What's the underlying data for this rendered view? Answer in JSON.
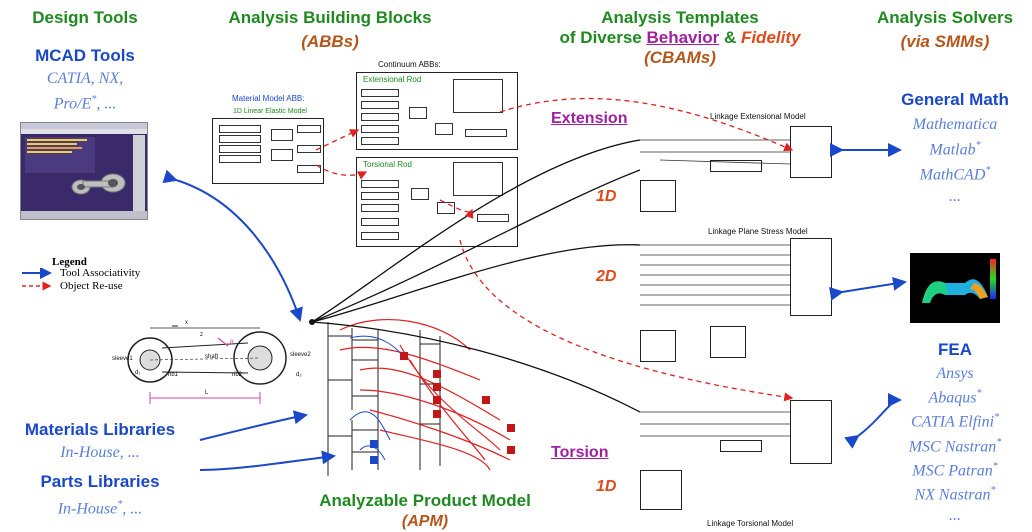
{
  "design_tools": {
    "header": "Design Tools",
    "mcad_title": "MCAD Tools",
    "mcad_list_1": "CATIA, NX,",
    "mcad_list_2": "Pro/E",
    "mcad_list_2_sup": "*",
    "mcad_list_2_tail": ", ..."
  },
  "abb": {
    "header": "Analysis Building Blocks",
    "sub": "(ABBs)",
    "continuum_label": "Continuum ABBs:",
    "material_label": "Material Model ABB:",
    "linear_elastic": "1D Linear Elastic Model",
    "extensional_rod": "Extensional Rod",
    "torsional_rod": "Torsional Rod"
  },
  "templates": {
    "line1": "Analysis Templates",
    "line2_a": "of Diverse ",
    "line2_b": "Behavior",
    "line2_c": " & ",
    "line2_d": "Fidelity",
    "sub": "(CBAMs)",
    "extension": "Extension",
    "torsion": "Torsion",
    "dim_1d_a": "1D",
    "dim_2d": "2D",
    "dim_1d_b": "1D",
    "ext_model": "Linkage Extensional Model",
    "plane_model": "Linkage Plane Stress Model",
    "tors_model": "Linkage Torsional Model"
  },
  "solvers": {
    "header": "Analysis Solvers",
    "sub": "(via SMMs)",
    "general_math": "General Math",
    "gm_1": "Mathematica",
    "gm_2": "Matlab",
    "gm_2_sup": "*",
    "gm_3": "MathCAD",
    "gm_3_sup": "*",
    "gm_4": "...",
    "fea": "FEA",
    "fea_1": "Ansys",
    "fea_2": "Abaqus",
    "fea_3": "CATIA Elfini",
    "fea_4": "MSC Nastran",
    "fea_5": "MSC Patran",
    "fea_6": "NX Nastran",
    "fea_7": "...",
    "sup": "*"
  },
  "legend": {
    "title": "Legend",
    "item1": "Tool Associativity",
    "item2": "Object Re-use"
  },
  "libraries": {
    "materials": "Materials Libraries",
    "materials_sub": "In-House, ...",
    "parts": "Parts Libraries",
    "parts_sub_a": "In-House",
    "parts_sub_sup": "*",
    "parts_sub_b": ", ..."
  },
  "apm": {
    "title": "Analyzable Product Model",
    "sub": "(APM)"
  },
  "linkage": {
    "sleeve1": "sleeve1",
    "sleeve2": "sleeve2",
    "shaft": "shaft",
    "rib1": "rib1",
    "rib2": "rib2",
    "L": "L",
    "x": "x",
    "z": "z",
    "d1": "d₁",
    "d2": "d₂",
    "theta": "θ"
  },
  "colors": {
    "green": "#1f8a1f",
    "blue": "#1a48c8",
    "light_blue": "#5b7fd8",
    "brown": "#b4561a",
    "orange": "#e04a1a",
    "magenta": "#a020a0",
    "red": "#e02020"
  }
}
